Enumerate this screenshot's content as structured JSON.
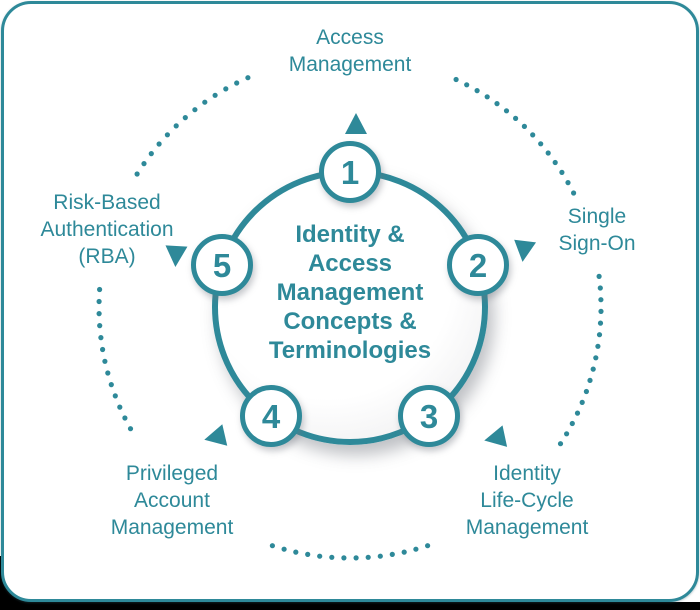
{
  "colors": {
    "teal": "#2E8999",
    "card_background": "#FFFFFF",
    "screen_edge_black": "#000000"
  },
  "hub": {
    "title_lines": [
      "Identity &",
      "Access",
      "Management",
      "Concepts &",
      "Terminologies"
    ]
  },
  "nodes": [
    {
      "number": "1",
      "label_lines": [
        "Access",
        "Management",
        ""
      ]
    },
    {
      "number": "2",
      "label_lines": [
        "Single",
        "Sign-On",
        ""
      ]
    },
    {
      "number": "3",
      "label_lines": [
        "Identity",
        "Life-Cycle",
        "Management"
      ]
    },
    {
      "number": "4",
      "label_lines": [
        "Privileged",
        "Account",
        "Management"
      ]
    },
    {
      "number": "5",
      "label_lines": [
        "Risk-Based",
        "Authentication",
        "(RBA)"
      ]
    }
  ]
}
